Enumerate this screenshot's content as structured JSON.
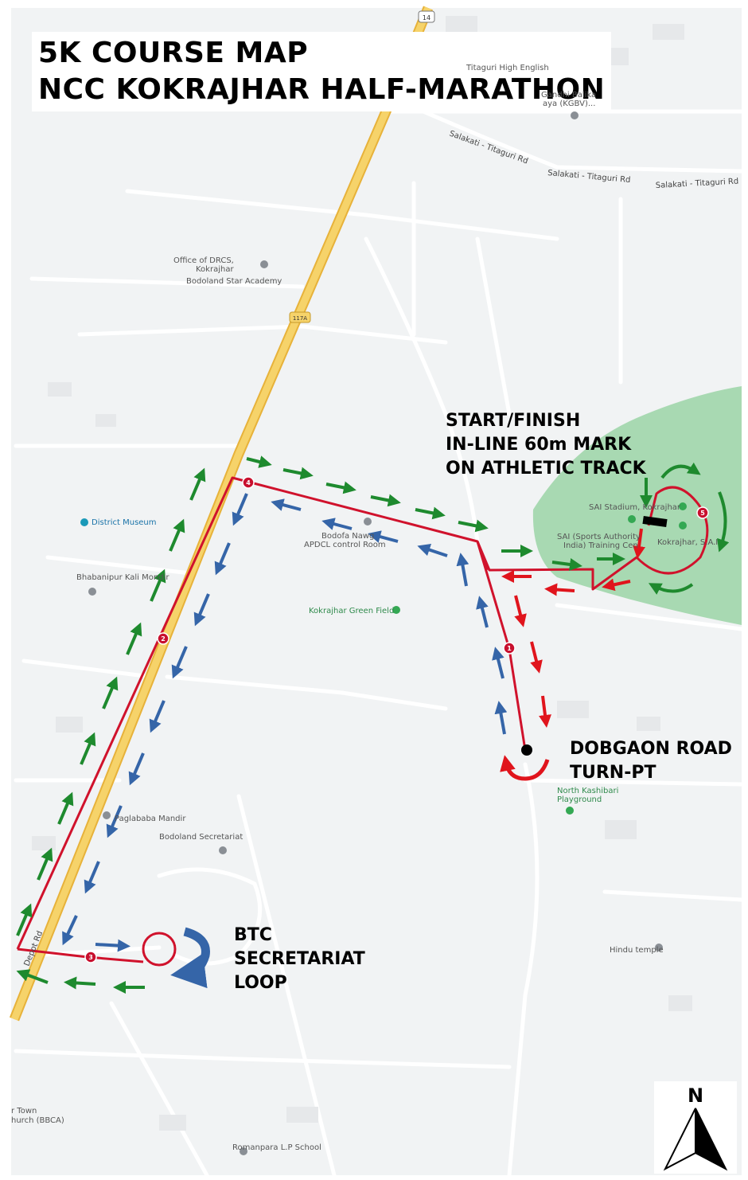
{
  "title": {
    "line1": "5K COURSE MAP",
    "line2": "NCC KOKRAJHAR HALF-MARATHON"
  },
  "annotations": {
    "start_finish": [
      "START/FINISH",
      "IN-LINE 60m MARK",
      "ON ATHLETIC TRACK"
    ],
    "turn_point": [
      "DOBGAON ROAD",
      "TURN-PT"
    ],
    "loop": [
      "BTC",
      "SECRETARIAT",
      "LOOP"
    ]
  },
  "place_labels": {
    "titaguri_school": "Titaguri High English",
    "gandhi_balika": "Gandhi Balika",
    "kgbv": "aya (KGBV)...",
    "drcs": "Office of DRCS,",
    "drcs2": "Kokrajhar",
    "star_academy": "Bodoland Star Academy",
    "district_museum": "District Museum",
    "kali_mondir": "Bhabanipur Kali Mondir",
    "bodofa": "Bodofa Nawg",
    "apdcl": "APDCL control Room",
    "green_field": "Kokrajhar Green Field",
    "sai_stadium": "SAI Stadium, Kokrajhar",
    "sai_training": "SAI (Sports Authority",
    "sai_training2": "India) Training Cen",
    "kokrajhar_sai": "Kokrajhar, S.A.I",
    "north_kashibari": "North Kashibari",
    "playground": "Playground",
    "paglababa": "Paglababa Mandir",
    "bodoland_secretariat": "Bodoland Secretariat",
    "hindu_temple": "Hindu temple",
    "town_church": "r Town",
    "bbca": "hurch (BBCA)",
    "romanpara": "Romanpara L.P School"
  },
  "road_labels": {
    "salakati1": "Salakati - Titaguri Rd",
    "salakati2": "Salakati - Titaguri Rd",
    "salakati3": "Salakati - Titaguri Rd",
    "shield14": "14",
    "shield117": "117A",
    "depot": "Depot Rd"
  },
  "km_markers": [
    "1",
    "2",
    "3",
    "4",
    "5"
  ],
  "north": "N",
  "colors": {
    "route": "#d0122c",
    "outbound_arrow": "#1e8a2e",
    "return_arrow": "#3565a8",
    "turn_arrow": "#e0141c",
    "highway": "#f3c34a",
    "park": "#a8d9b2",
    "background": "#f1f3f4"
  }
}
